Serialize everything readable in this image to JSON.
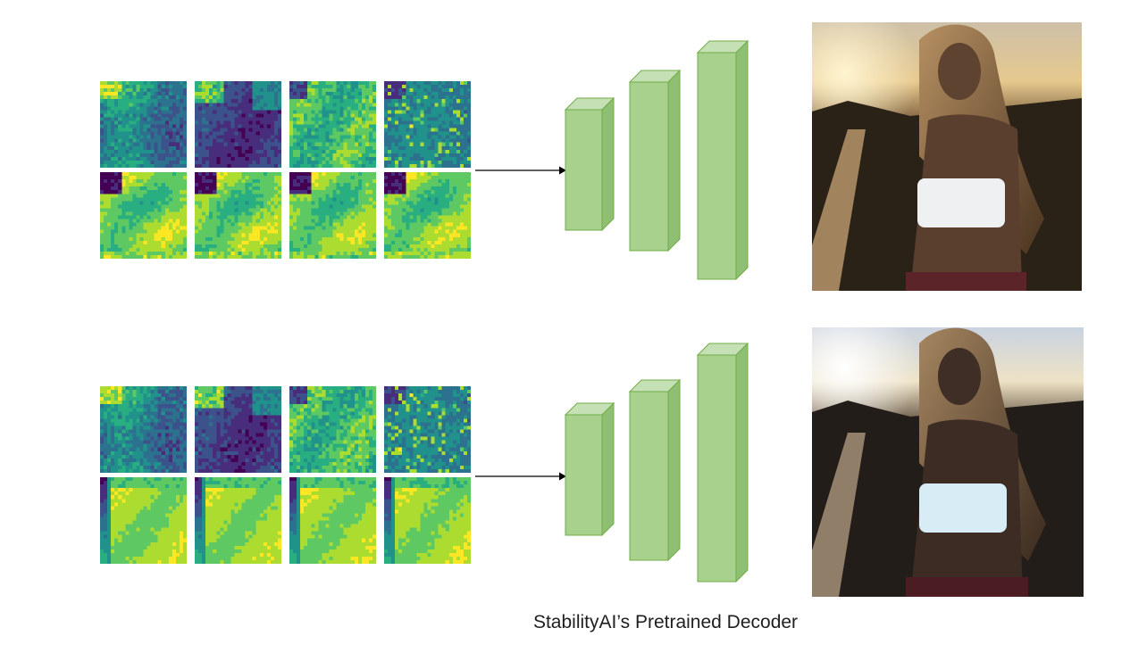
{
  "caption": "StabilityAI’s Pretrained Decoder",
  "colors": {
    "block_fill_front": "#a9d18e",
    "block_fill_top": "#c5e0b4",
    "block_fill_side": "#8fbf73",
    "block_stroke": "#70ad47",
    "arrow": "#000000",
    "viridis_dark": "#3b1f6e",
    "viridis_mid": "#2a8c8a",
    "viridis_bright": "#d9e43a"
  },
  "rows": [
    {
      "latent_tiles": [
        {
          "name": "latent-channel-1",
          "style": "teal-noise"
        },
        {
          "name": "latent-channel-2",
          "style": "dark-purple"
        },
        {
          "name": "latent-channel-3",
          "style": "green-bright"
        },
        {
          "name": "latent-channel-4",
          "style": "teal-speckle"
        },
        {
          "name": "latent-channel-5",
          "style": "yellow-dark-corner"
        },
        {
          "name": "latent-channel-6",
          "style": "yellow-dark-corner"
        },
        {
          "name": "latent-channel-7",
          "style": "yellow-dark-corner"
        },
        {
          "name": "latent-channel-8",
          "style": "yellow-dark-corner"
        }
      ],
      "decoder_blocks": 3,
      "output_image": "sunset-portrait-warm"
    },
    {
      "latent_tiles": [
        {
          "name": "latent-channel-1",
          "style": "teal-noise"
        },
        {
          "name": "latent-channel-2",
          "style": "dark-purple"
        },
        {
          "name": "latent-channel-3",
          "style": "green-bright"
        },
        {
          "name": "latent-channel-4",
          "style": "teal-speckle"
        },
        {
          "name": "latent-channel-5",
          "style": "yellow-dark-edge"
        },
        {
          "name": "latent-channel-6",
          "style": "yellow-dark-edge"
        },
        {
          "name": "latent-channel-7",
          "style": "yellow-dark-edge"
        },
        {
          "name": "latent-channel-8",
          "style": "yellow-dark-edge"
        }
      ],
      "decoder_blocks": 3,
      "output_image": "sunset-portrait-cool"
    }
  ]
}
